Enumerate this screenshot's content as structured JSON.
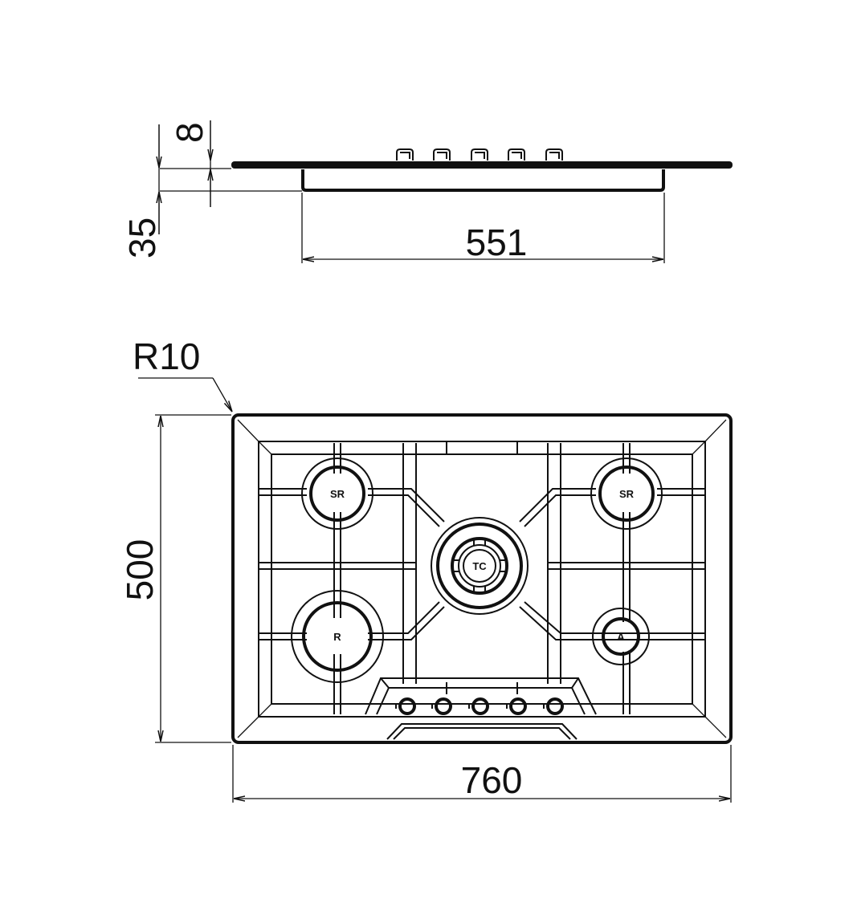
{
  "title": "Gas hob dimension drawing",
  "side_view": {
    "dim_thickness": "8",
    "dim_depth": "35",
    "dim_cutout_width": "551"
  },
  "top_view": {
    "dim_radius": "R10",
    "dim_height": "500",
    "dim_width": "760",
    "burners": [
      {
        "id": "left-top",
        "label": "SR"
      },
      {
        "id": "left-bottom",
        "label": "R"
      },
      {
        "id": "center",
        "label": "TC"
      },
      {
        "id": "right-top",
        "label": "SR"
      },
      {
        "id": "right-bottom",
        "label": "A"
      }
    ],
    "knob_count": 5
  }
}
